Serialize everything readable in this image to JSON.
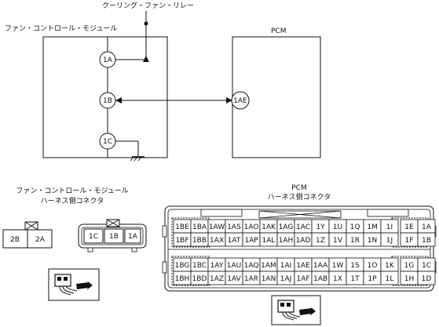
{
  "labels": {
    "relay": "クーリング・ファン・リレー",
    "fan_module": "ファン・コントロール・モジュール",
    "pcm": "PCM",
    "fan_conn_title": "ファン・コントロール・モジュール",
    "fan_conn_sub": "ハーネス側コネクタ",
    "pcm_conn_title": "PCM",
    "pcm_conn_sub": "ハーネス側コネクタ"
  },
  "circuit": {
    "nodes": [
      "1A",
      "1B",
      "1C",
      "1AE"
    ]
  },
  "fan_connector": {
    "small_terminals": [
      "2B",
      "2A"
    ],
    "terminals": [
      "1C",
      "1B",
      "1A"
    ]
  },
  "pcm_connector": {
    "rows": [
      [
        "1BE",
        "1BA",
        "1AW",
        "1AS",
        "1AO",
        "1AK",
        "1AG",
        "1AC",
        "1Y",
        "1U",
        "1Q",
        "1M",
        "1I",
        "1E",
        "1A"
      ],
      [
        "1BF",
        "1BB",
        "1AX",
        "1AT",
        "1AP",
        "1AL",
        "1AH",
        "1AD",
        "1Z",
        "1V",
        "1R",
        "1N",
        "1J",
        "1F",
        "1B"
      ],
      [
        "1BG",
        "1BC",
        "1AY",
        "1AU",
        "1AQ",
        "1AM",
        "1AI",
        "1AE",
        "1AA",
        "1W",
        "1S",
        "1O",
        "1K",
        "1G",
        "1C"
      ],
      [
        "1BH",
        "1BD",
        "1AZ",
        "1AV",
        "1AR",
        "1AN",
        "1AJ",
        "1AF",
        "1AB",
        "1X",
        "1T",
        "1P",
        "1L",
        "1H",
        "1D"
      ]
    ]
  }
}
